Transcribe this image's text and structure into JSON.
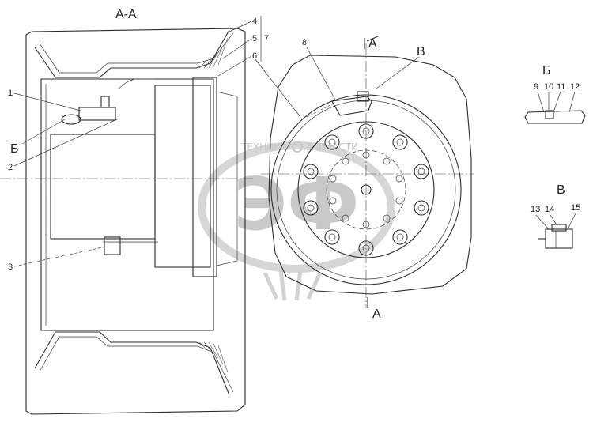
{
  "section_title": "А-А",
  "view_labels": {
    "b": "Б",
    "v": "В",
    "a": "А"
  },
  "callouts": [
    "1",
    "2",
    "3",
    "4",
    "5",
    "6",
    "7",
    "8",
    "9",
    "10",
    "11",
    "12",
    "13",
    "14",
    "15"
  ],
  "watermark": {
    "left": "ТЕХНИКА",
    "right": "ЗАПЧАСТИ",
    "logo": "ЭФ"
  },
  "colors": {
    "line": "#2b2b2b",
    "watermark": "#c9c9c9",
    "background": "#ffffff"
  }
}
